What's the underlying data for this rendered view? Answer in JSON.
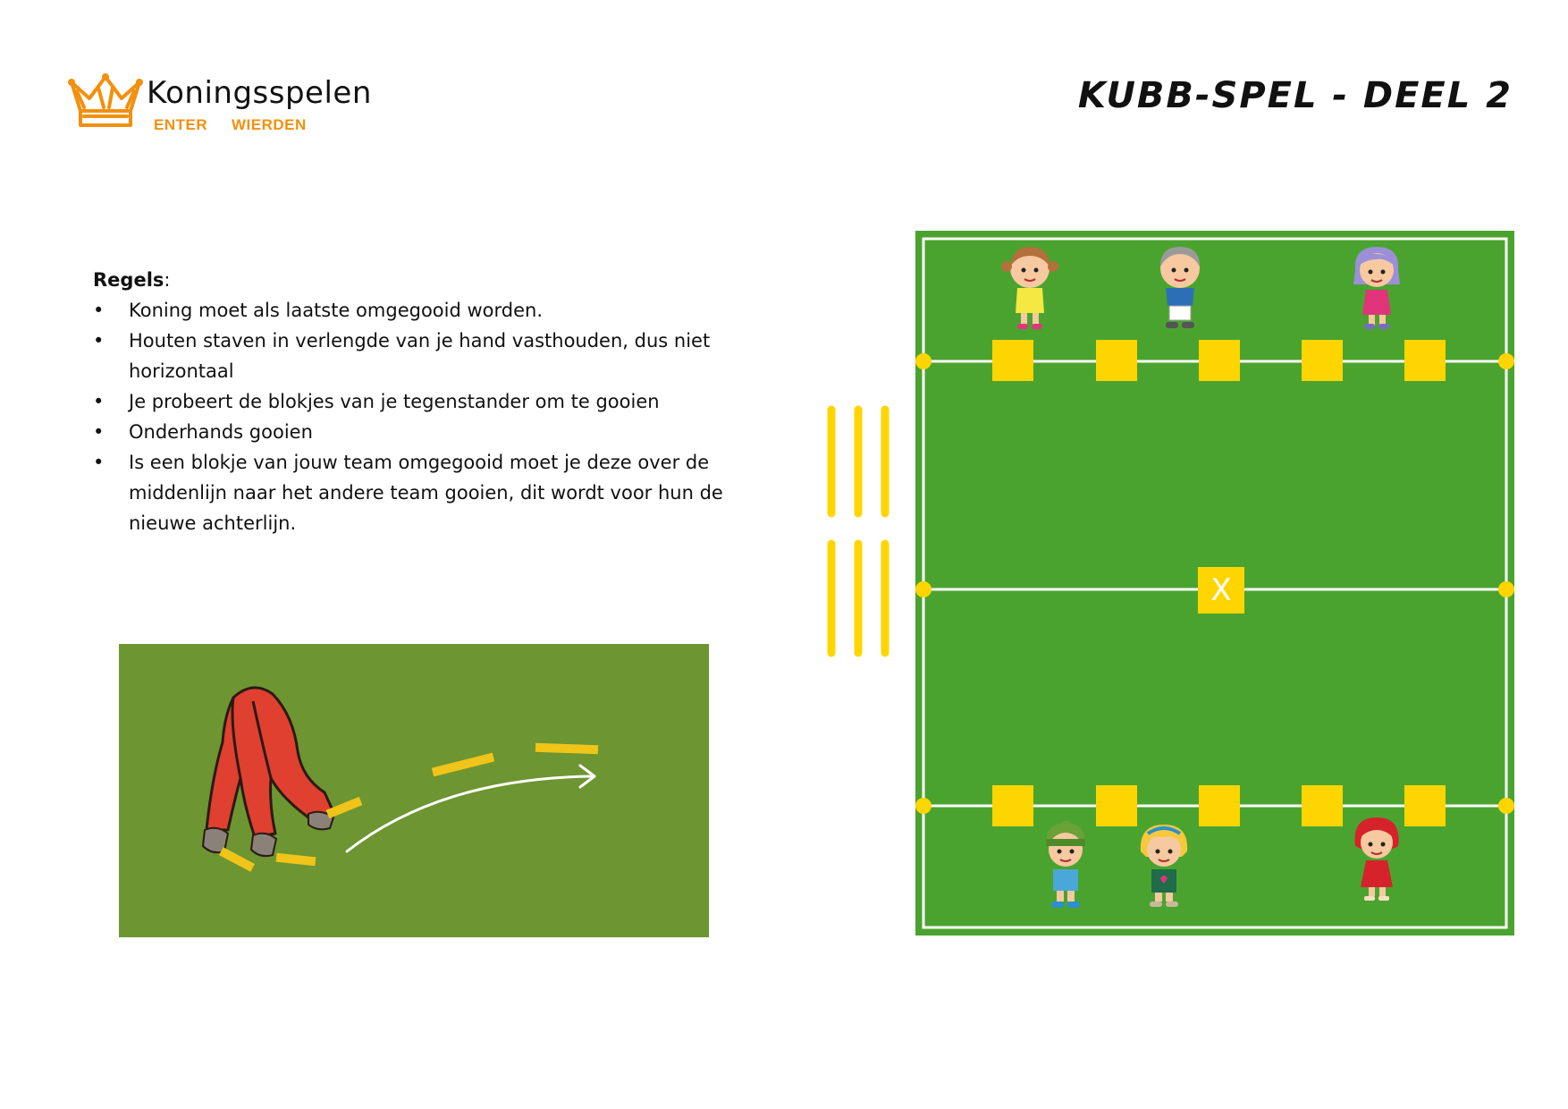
{
  "header": {
    "brand": "Koningsspelen",
    "brand_sub_left": "ENTER",
    "brand_sub_right": "WIERDEN",
    "title": "KUBB-SPEL - DEEL 2"
  },
  "rules": {
    "heading": "Regels",
    "heading_suffix": ":",
    "bullet": "•",
    "items": [
      "Koning moet als laatste omgegooid worden.",
      "Houten staven in verlengde van je hand vasthouden, dus niet horizontaal",
      "Je probeert de blokjes van je tegenstander om te gooien",
      "Onderhands gooien",
      "Is een blokje van jouw team omgegooid moet je deze over de middenlijn naar het andere team gooien, dit wordt voor hun de nieuwe achterlijn."
    ]
  },
  "field": {
    "king_label": "X",
    "blocks_per_team": 5,
    "sticks_count": 6,
    "colors": {
      "grass": "#4ba32f",
      "lines": "#ffffff",
      "blocks": "#ffd500",
      "illustration_grass": "#6d9531",
      "figure": "#e04030"
    }
  },
  "icons": [
    "crown-icon",
    "kid-figure",
    "throwing-person-illustration",
    "arrow-icon"
  ]
}
